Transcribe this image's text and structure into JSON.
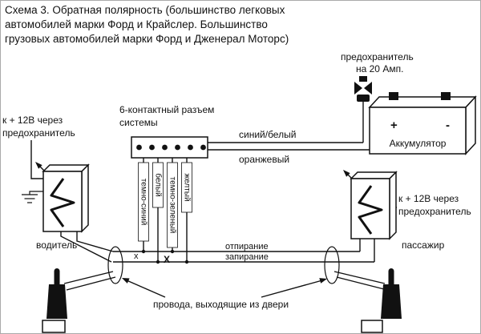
{
  "diagram": {
    "title": {
      "line1": "Схема 3. Обратная полярность (большинство легковых",
      "line2": "автомобилей марки Форд и Крайслер. Большинство",
      "line3": "грузовых автомобилей марки Форд и Дженерал Моторс)"
    },
    "fuse": {
      "label_line1": "предохранитель",
      "label_line2": "на 20 Амп."
    },
    "battery": {
      "label": "Аккумулятор",
      "plus": "+",
      "minus": "-"
    },
    "connector": {
      "label_line1": "6-контактный разъем",
      "label_line2": "системы"
    },
    "wires": {
      "blue_white": "синий/белый",
      "orange": "оранжевый",
      "dark_blue": "темно-синий",
      "white": "белый",
      "dark_green": "темно-зеленый",
      "yellow": "желтый",
      "unlock": "отпирание",
      "lock": "запирание"
    },
    "driver": {
      "power_line1": "к + 12В через",
      "power_line2": "предохранитель",
      "label": "водитель"
    },
    "passenger": {
      "power_line1": "к + 12В через",
      "power_line2": "предохранитель",
      "label": "пассажир"
    },
    "door": {
      "note": "провода, выходящие из двери"
    },
    "marks": {
      "x1": "х",
      "x2": "Х"
    }
  }
}
